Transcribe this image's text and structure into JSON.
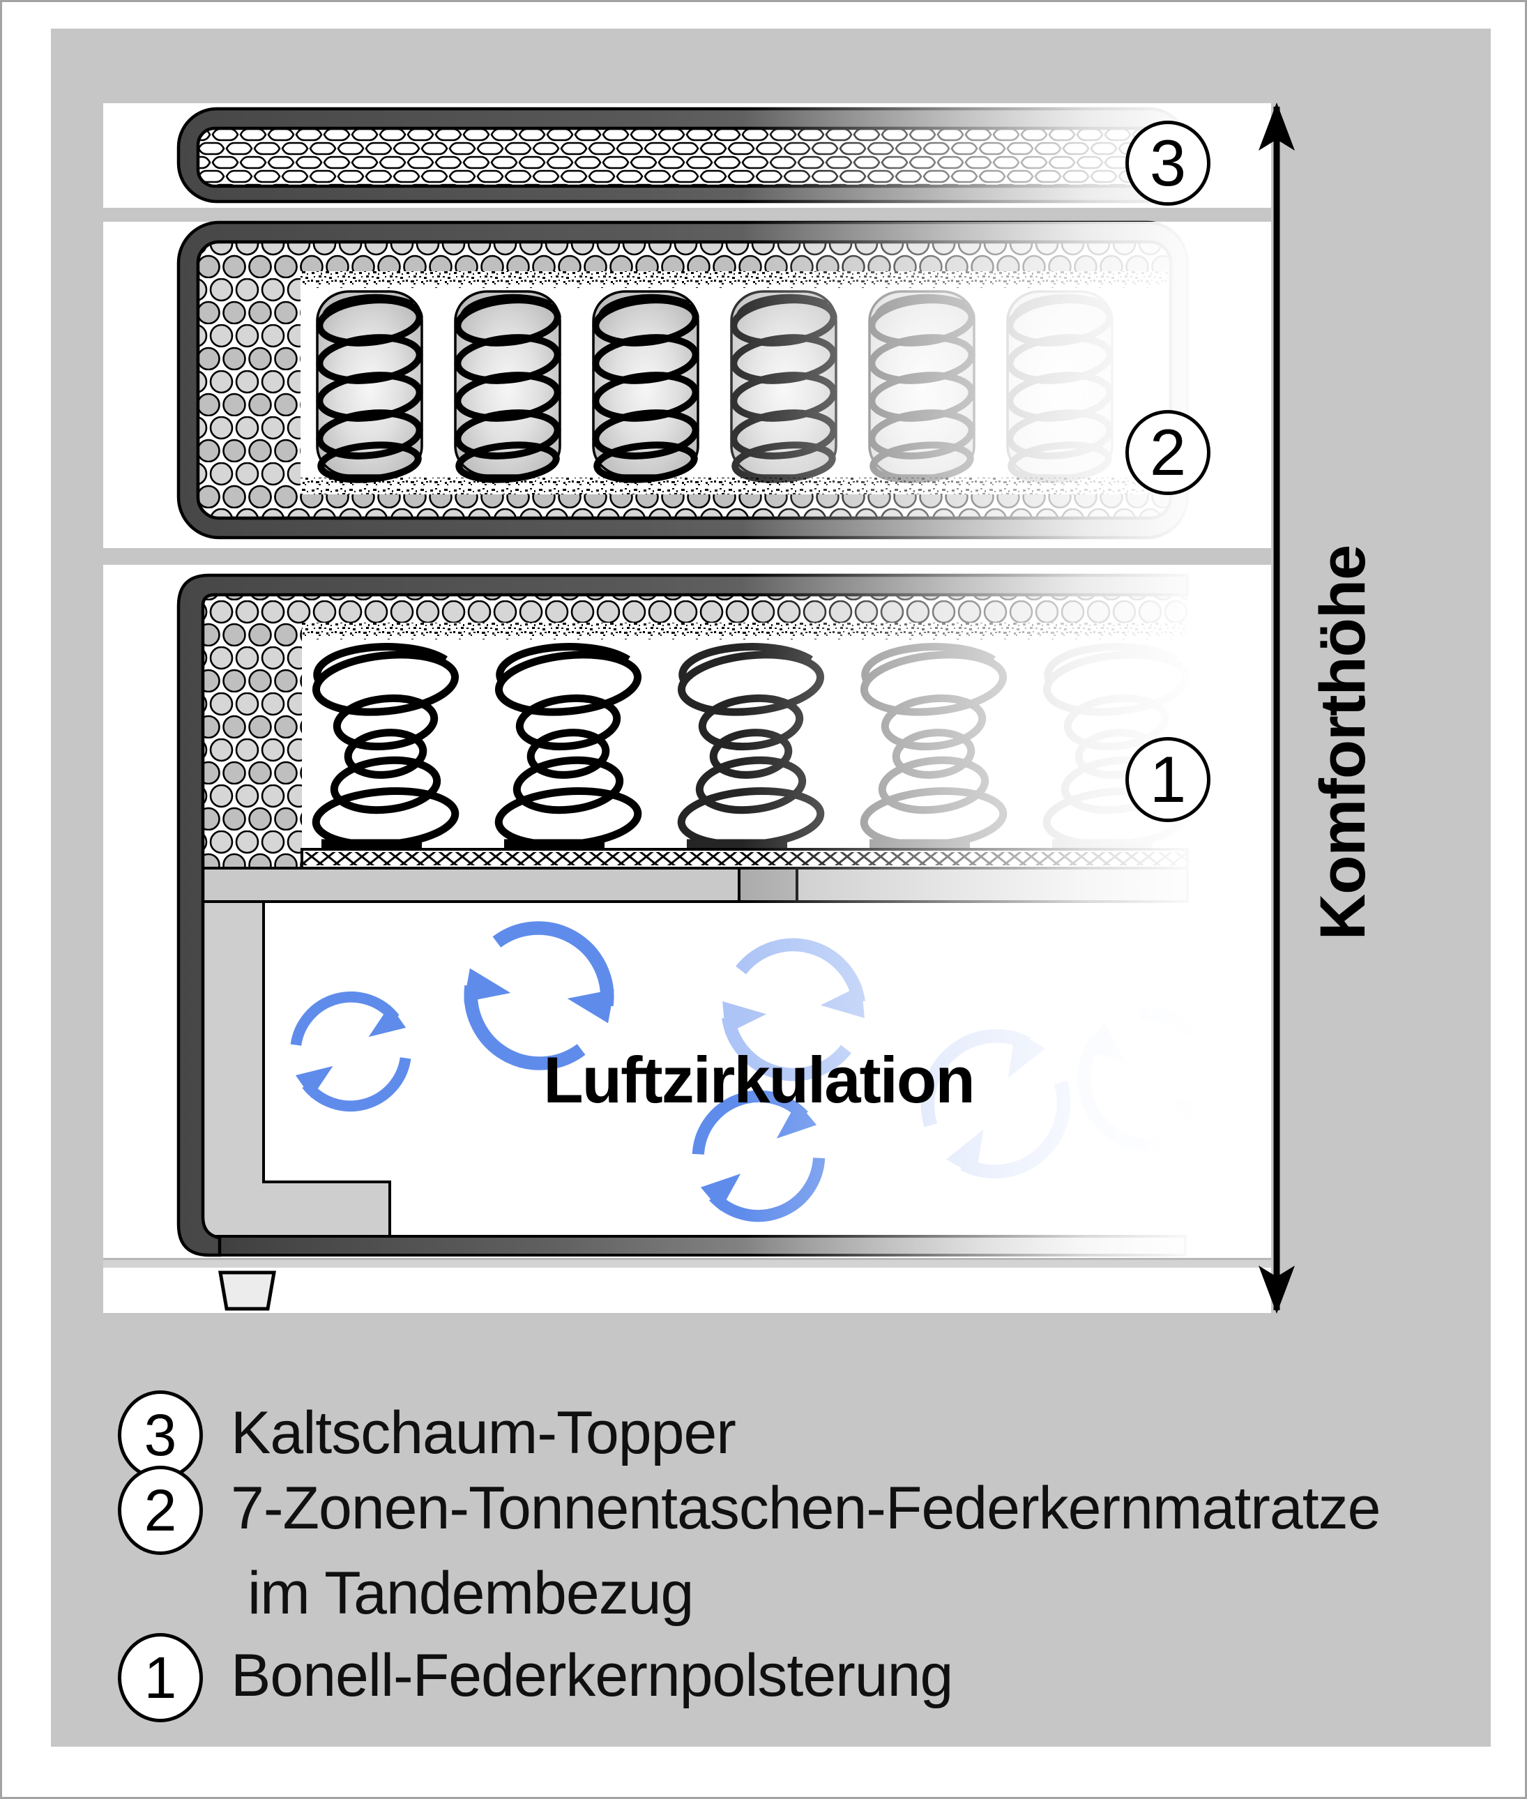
{
  "diagram": {
    "comfort_height_label": "Komforthöhe",
    "air_circulation_label": "Luftzirkulation",
    "layer_badges": [
      {
        "id": "topper",
        "label": "3"
      },
      {
        "id": "pocket-spring-mattress",
        "label": "2"
      },
      {
        "id": "bonell-base",
        "label": "1"
      }
    ],
    "icons": {
      "comfort_height": "double-headed-vertical-arrow",
      "air_circulation": "circular-rotation-arrows"
    }
  },
  "legend": {
    "items": [
      {
        "badge": "3",
        "label": "Kaltschaum-Topper"
      },
      {
        "badge": "2",
        "label": "7-Zonen-Tonnentaschen-Federkernmatratze",
        "label_line2": "im Tandembezug"
      },
      {
        "badge": "1",
        "label": "Bonell-Federkernpolsterung"
      }
    ]
  },
  "colors": {
    "panel_gray": "#c6c6c6",
    "frame_gray": "#565656",
    "accent_blue": "#5f8ceb"
  }
}
